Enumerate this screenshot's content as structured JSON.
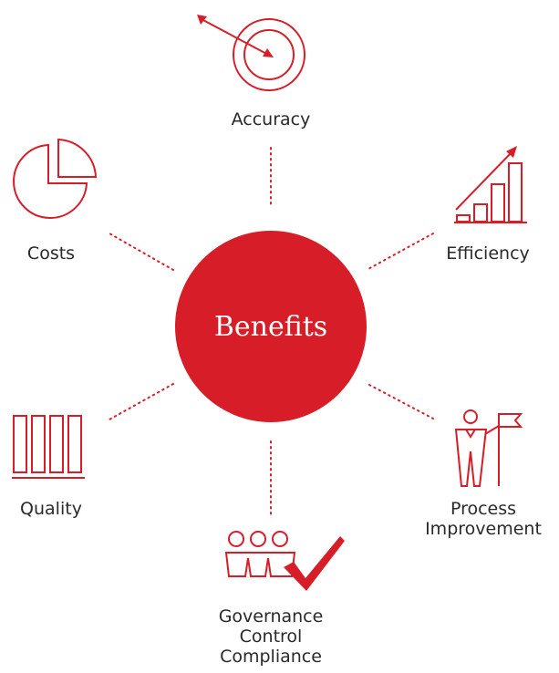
{
  "colors": {
    "accent": "#d71e28",
    "text": "#2a2a2a",
    "background": "#ffffff"
  },
  "hub": {
    "label": "Benefits"
  },
  "benefits": {
    "accuracy": {
      "label": "Accuracy",
      "icon": "target-icon"
    },
    "efficiency": {
      "label": "Efficiency",
      "icon": "growth-chart-icon"
    },
    "process_improvement": {
      "lines": [
        "Process",
        "Improvement"
      ],
      "icon": "person-flag-icon"
    },
    "governance": {
      "lines": [
        "Governance",
        "Control",
        "Compliance"
      ],
      "icon": "team-check-icon"
    },
    "quality": {
      "label": "Quality",
      "icon": "columns-icon"
    },
    "costs": {
      "label": "Costs",
      "icon": "pie-chart-icon"
    }
  }
}
